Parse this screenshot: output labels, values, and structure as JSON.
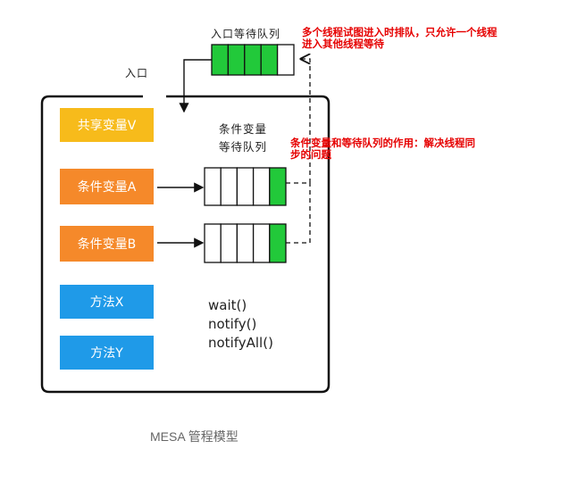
{
  "entry_queue": {
    "label": "入口等待队列",
    "filled_slots": 4,
    "total_slots": 5
  },
  "entry_label": "入口",
  "shared_variable": "共享变量V",
  "condition_a": "条件变量A",
  "condition_b": "条件变量B",
  "condition_queue_label": "条件变量\n等待队列",
  "cond_queue_a": {
    "filled_slots": 1,
    "total_slots": 5
  },
  "cond_queue_b": {
    "filled_slots": 1,
    "total_slots": 5
  },
  "method_x": "方法X",
  "method_y": "方法Y",
  "methods": {
    "wait": "wait()",
    "notify": "notify()",
    "notify_all": "notifyAll()"
  },
  "annotations": {
    "top": "多个线程试图进入时排队，只允许一个线程进入其他线程等待",
    "middle": "条件变量和等待队列的作用：解决线程同步的问题"
  },
  "caption": "MESA 管程模型",
  "colors": {
    "queue_fill": "#22c93a",
    "shared": "#f7bb1b",
    "condition": "#f5892a",
    "method": "#1f9ae8",
    "annotation": "#e60000"
  }
}
